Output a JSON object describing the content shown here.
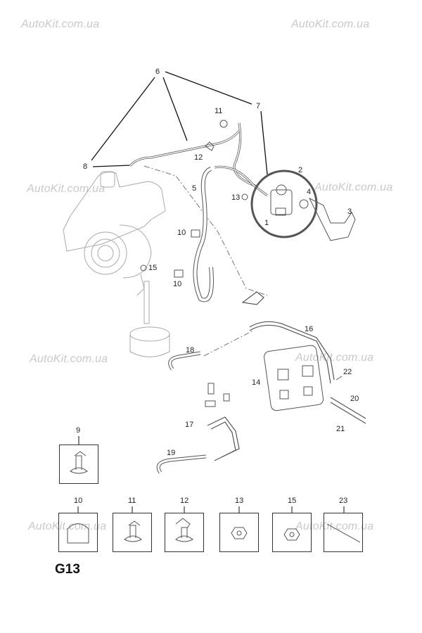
{
  "watermark": "AutoKit.com.ua",
  "diagram_code": "G13",
  "callouts": {
    "c1": "1",
    "c2": "2",
    "c3": "3",
    "c4": "4",
    "c5": "5",
    "c6": "6",
    "c7": "7",
    "c8": "8",
    "c10a": "10",
    "c10b": "10",
    "c11": "11",
    "c12": "12",
    "c13": "13",
    "c14": "14",
    "c15": "15",
    "c16": "16",
    "c17": "17",
    "c18": "18",
    "c19": "19",
    "c20": "20",
    "c21": "21",
    "c22": "22"
  },
  "detail_boxes": [
    "9",
    "10",
    "11",
    "12",
    "13",
    "15",
    "23"
  ],
  "colors": {
    "line": "#444444",
    "watermark": "#c9c9c9",
    "highlight_circle": "#555555"
  }
}
